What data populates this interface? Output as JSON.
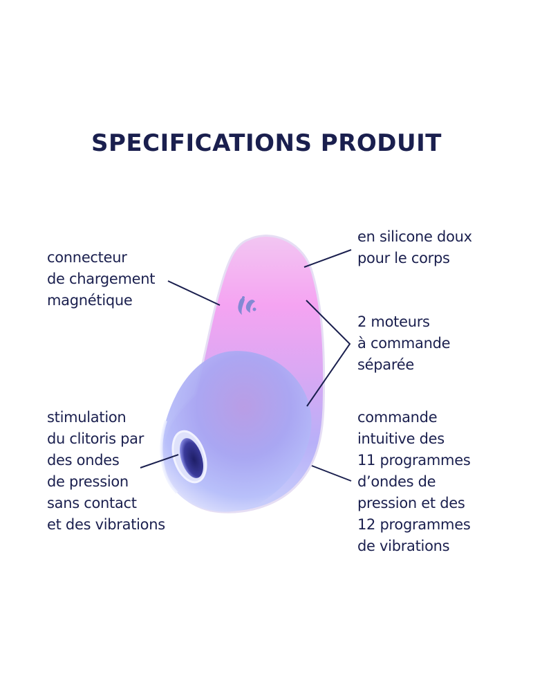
{
  "title": "SPECIFICATIONS PRODUIT",
  "colors": {
    "text": "#1a1f4e",
    "background": "#ffffff",
    "product_pink": "#f4a6f0",
    "product_lilac": "#c8a8f0",
    "product_blue": "#aab4f8",
    "logo": "#7a7fd0"
  },
  "product": {
    "name": "product-image",
    "logo_icon": "satisfyer-logo"
  },
  "callouts": {
    "charging": {
      "lines": [
        "connecteur",
        "de chargement",
        "magnétique"
      ]
    },
    "silicone": {
      "lines": [
        "en silicone doux",
        "pour le corps"
      ]
    },
    "motors": {
      "lines": [
        "2 moteurs",
        "à commande",
        "séparée"
      ]
    },
    "stimulation": {
      "lines": [
        "stimulation",
        "du clitoris par",
        "des ondes",
        "de pression",
        "sans contact",
        "et des vibrations"
      ]
    },
    "programs": {
      "lines": [
        "commande",
        "intuitive des",
        "11 programmes",
        "d’ondes de",
        "pression et des",
        "12 programmes",
        "de vibrations"
      ]
    }
  }
}
